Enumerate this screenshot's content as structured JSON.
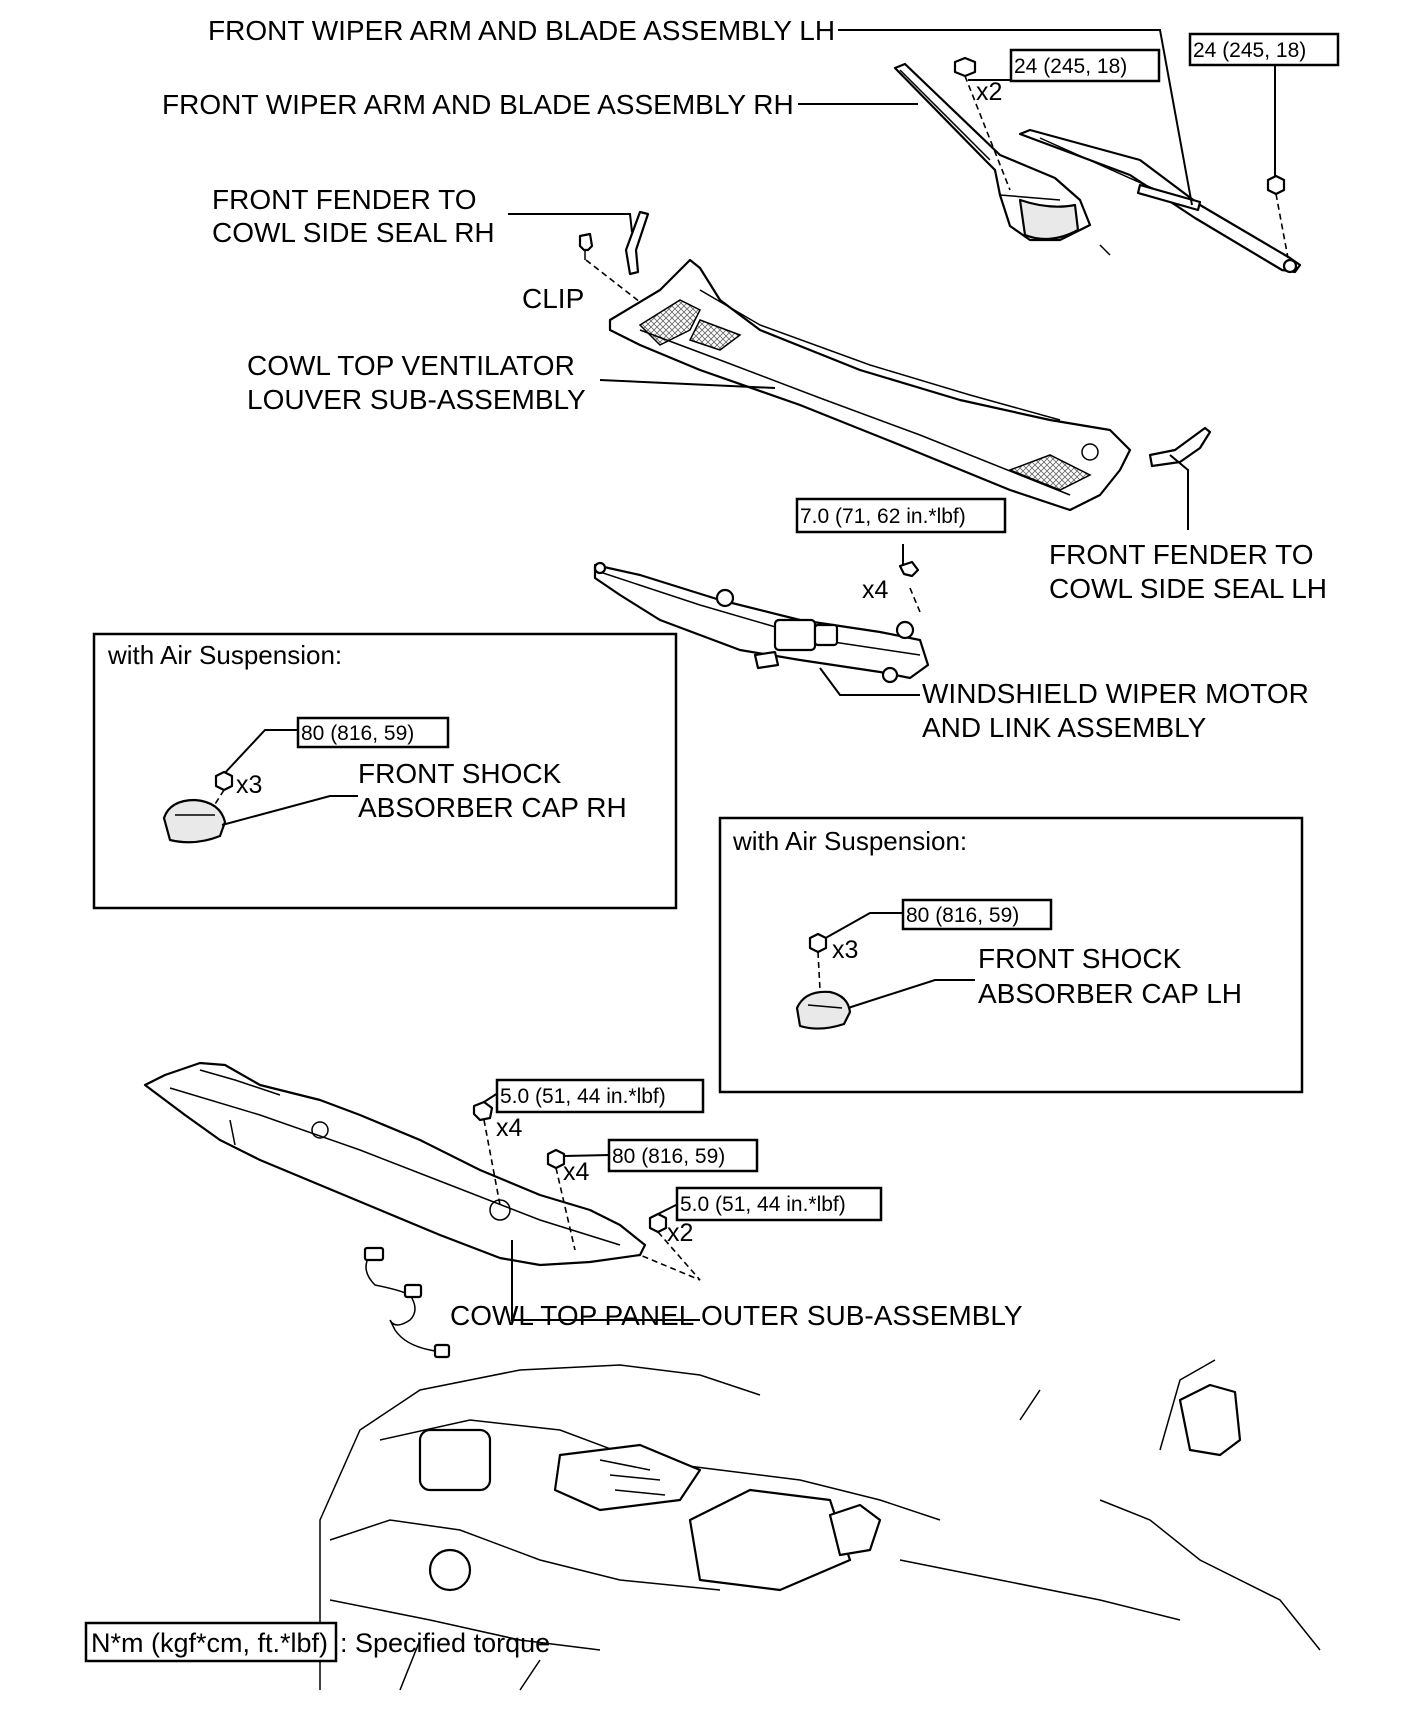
{
  "labels": {
    "wiper_arm_lh": "FRONT WIPER ARM AND BLADE ASSEMBLY LH",
    "wiper_arm_rh": "FRONT WIPER ARM AND BLADE ASSEMBLY RH",
    "seal_rh_line1": "FRONT FENDER TO",
    "seal_rh_line2": "COWL SIDE SEAL RH",
    "clip": "CLIP",
    "louver_line1": "COWL TOP VENTILATOR",
    "louver_line2": "LOUVER SUB-ASSEMBLY",
    "seal_lh_line1": "FRONT FENDER TO",
    "seal_lh_line2": "COWL SIDE SEAL LH",
    "motor_line1": "WINDSHIELD WIPER MOTOR",
    "motor_line2": "AND LINK ASSEMBLY",
    "cap_rh_line1": "FRONT SHOCK",
    "cap_rh_line2": "ABSORBER CAP RH",
    "cap_lh_line1": "FRONT SHOCK",
    "cap_lh_line2": "ABSORBER CAP LH",
    "outer_panel": "COWL TOP PANEL OUTER SUB-ASSEMBLY"
  },
  "insets": {
    "rh_title": "with Air Suspension:",
    "lh_title": "with Air Suspension:"
  },
  "torques": {
    "wiper_nut_rh": "24 (245, 18)",
    "wiper_nut_lh": "24 (245, 18)",
    "motor_bolt": "7.0 (71, 62 in.*lbf)",
    "cap_rh_nut": "80 (816, 59)",
    "cap_lh_nut": "80 (816, 59)",
    "panel_bolt_a": "5.0 (51, 44 in.*lbf)",
    "panel_nut": "80 (816, 59)",
    "panel_bolt_b": "5.0 (51, 44 in.*lbf)"
  },
  "quantities": {
    "wiper_nut": "x2",
    "motor_bolt": "x4",
    "cap_rh_nut": "x3",
    "cap_lh_nut": "x3",
    "panel_bolt_a": "x4",
    "panel_nut": "x4",
    "panel_bolt_b": "x2"
  },
  "legend": {
    "box_text": "N*m (kgf*cm, ft.*lbf)",
    "description": ": Specified torque"
  }
}
